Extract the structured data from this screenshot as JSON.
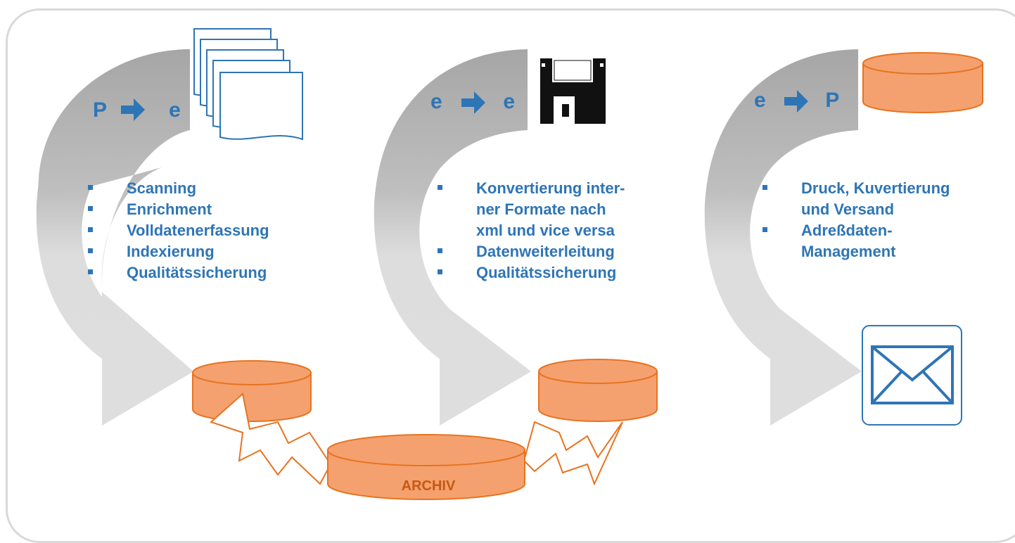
{
  "colors": {
    "accent_blue": "#2e75b6",
    "orange": "#f4a16f",
    "orange_stroke": "#e8731f",
    "archive_text": "#c65911",
    "arc_dark": "#a6a6a6",
    "arc_light": "#d9d9d9",
    "frame": "#d9d9d9"
  },
  "stages": [
    {
      "flow": {
        "from": "P",
        "to": "e"
      },
      "icon": "document-stack-icon",
      "bullets": [
        "Scanning",
        "Enrichment",
        "Volldatenerfassung",
        "Indexierung",
        "Qualitätssicherung"
      ]
    },
    {
      "flow": {
        "from": "e",
        "to": "e"
      },
      "icon": "floppy-disk-icon",
      "bullets": [
        "Konvertierung inter-",
        "ner Formate  nach",
        "xml und vice versa",
        "Datenweiterleitung",
        "Qualitätssicherung"
      ]
    },
    {
      "flow": {
        "from": "e",
        "to": "P"
      },
      "icon": "database-icon",
      "bullets": [
        "Druck, Kuvertierung",
        "und Versand",
        "Adreßdaten-",
        "Management"
      ]
    }
  ],
  "outputs": [
    "database-icon",
    "database-icon",
    "envelope-icon"
  ],
  "archive": {
    "label": "ARCHIV",
    "icon": "database-icon"
  }
}
